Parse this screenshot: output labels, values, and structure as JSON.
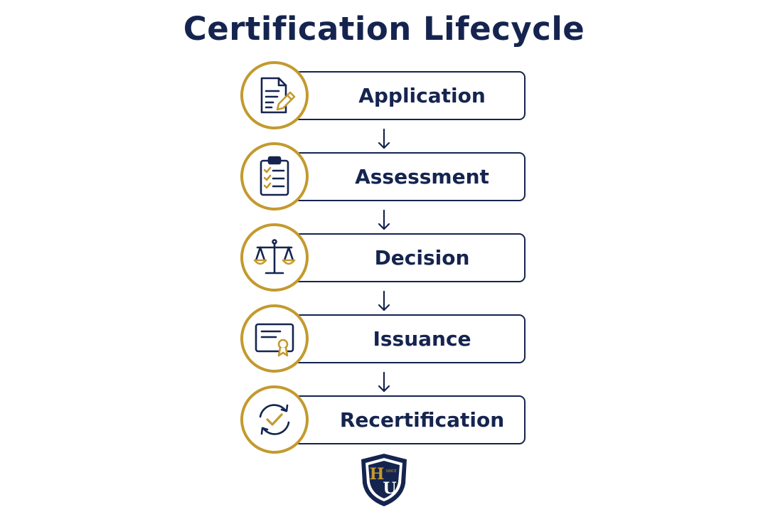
{
  "header": {
    "title": "Certification Lifecycle"
  },
  "steps": [
    {
      "label": "Application",
      "icon": "document-pen-icon"
    },
    {
      "label": "Assessment",
      "icon": "clipboard-checklist-icon"
    },
    {
      "label": "Decision",
      "icon": "balance-scale-icon"
    },
    {
      "label": "Issuance",
      "icon": "certificate-icon"
    },
    {
      "label": "Recertification",
      "icon": "renew-check-icon"
    }
  ],
  "logo": {
    "letters": "HU",
    "small_text": "SINCE",
    "icon": "shield-logo"
  },
  "colors": {
    "navy": "#15244f",
    "gold": "#c39a2e"
  }
}
